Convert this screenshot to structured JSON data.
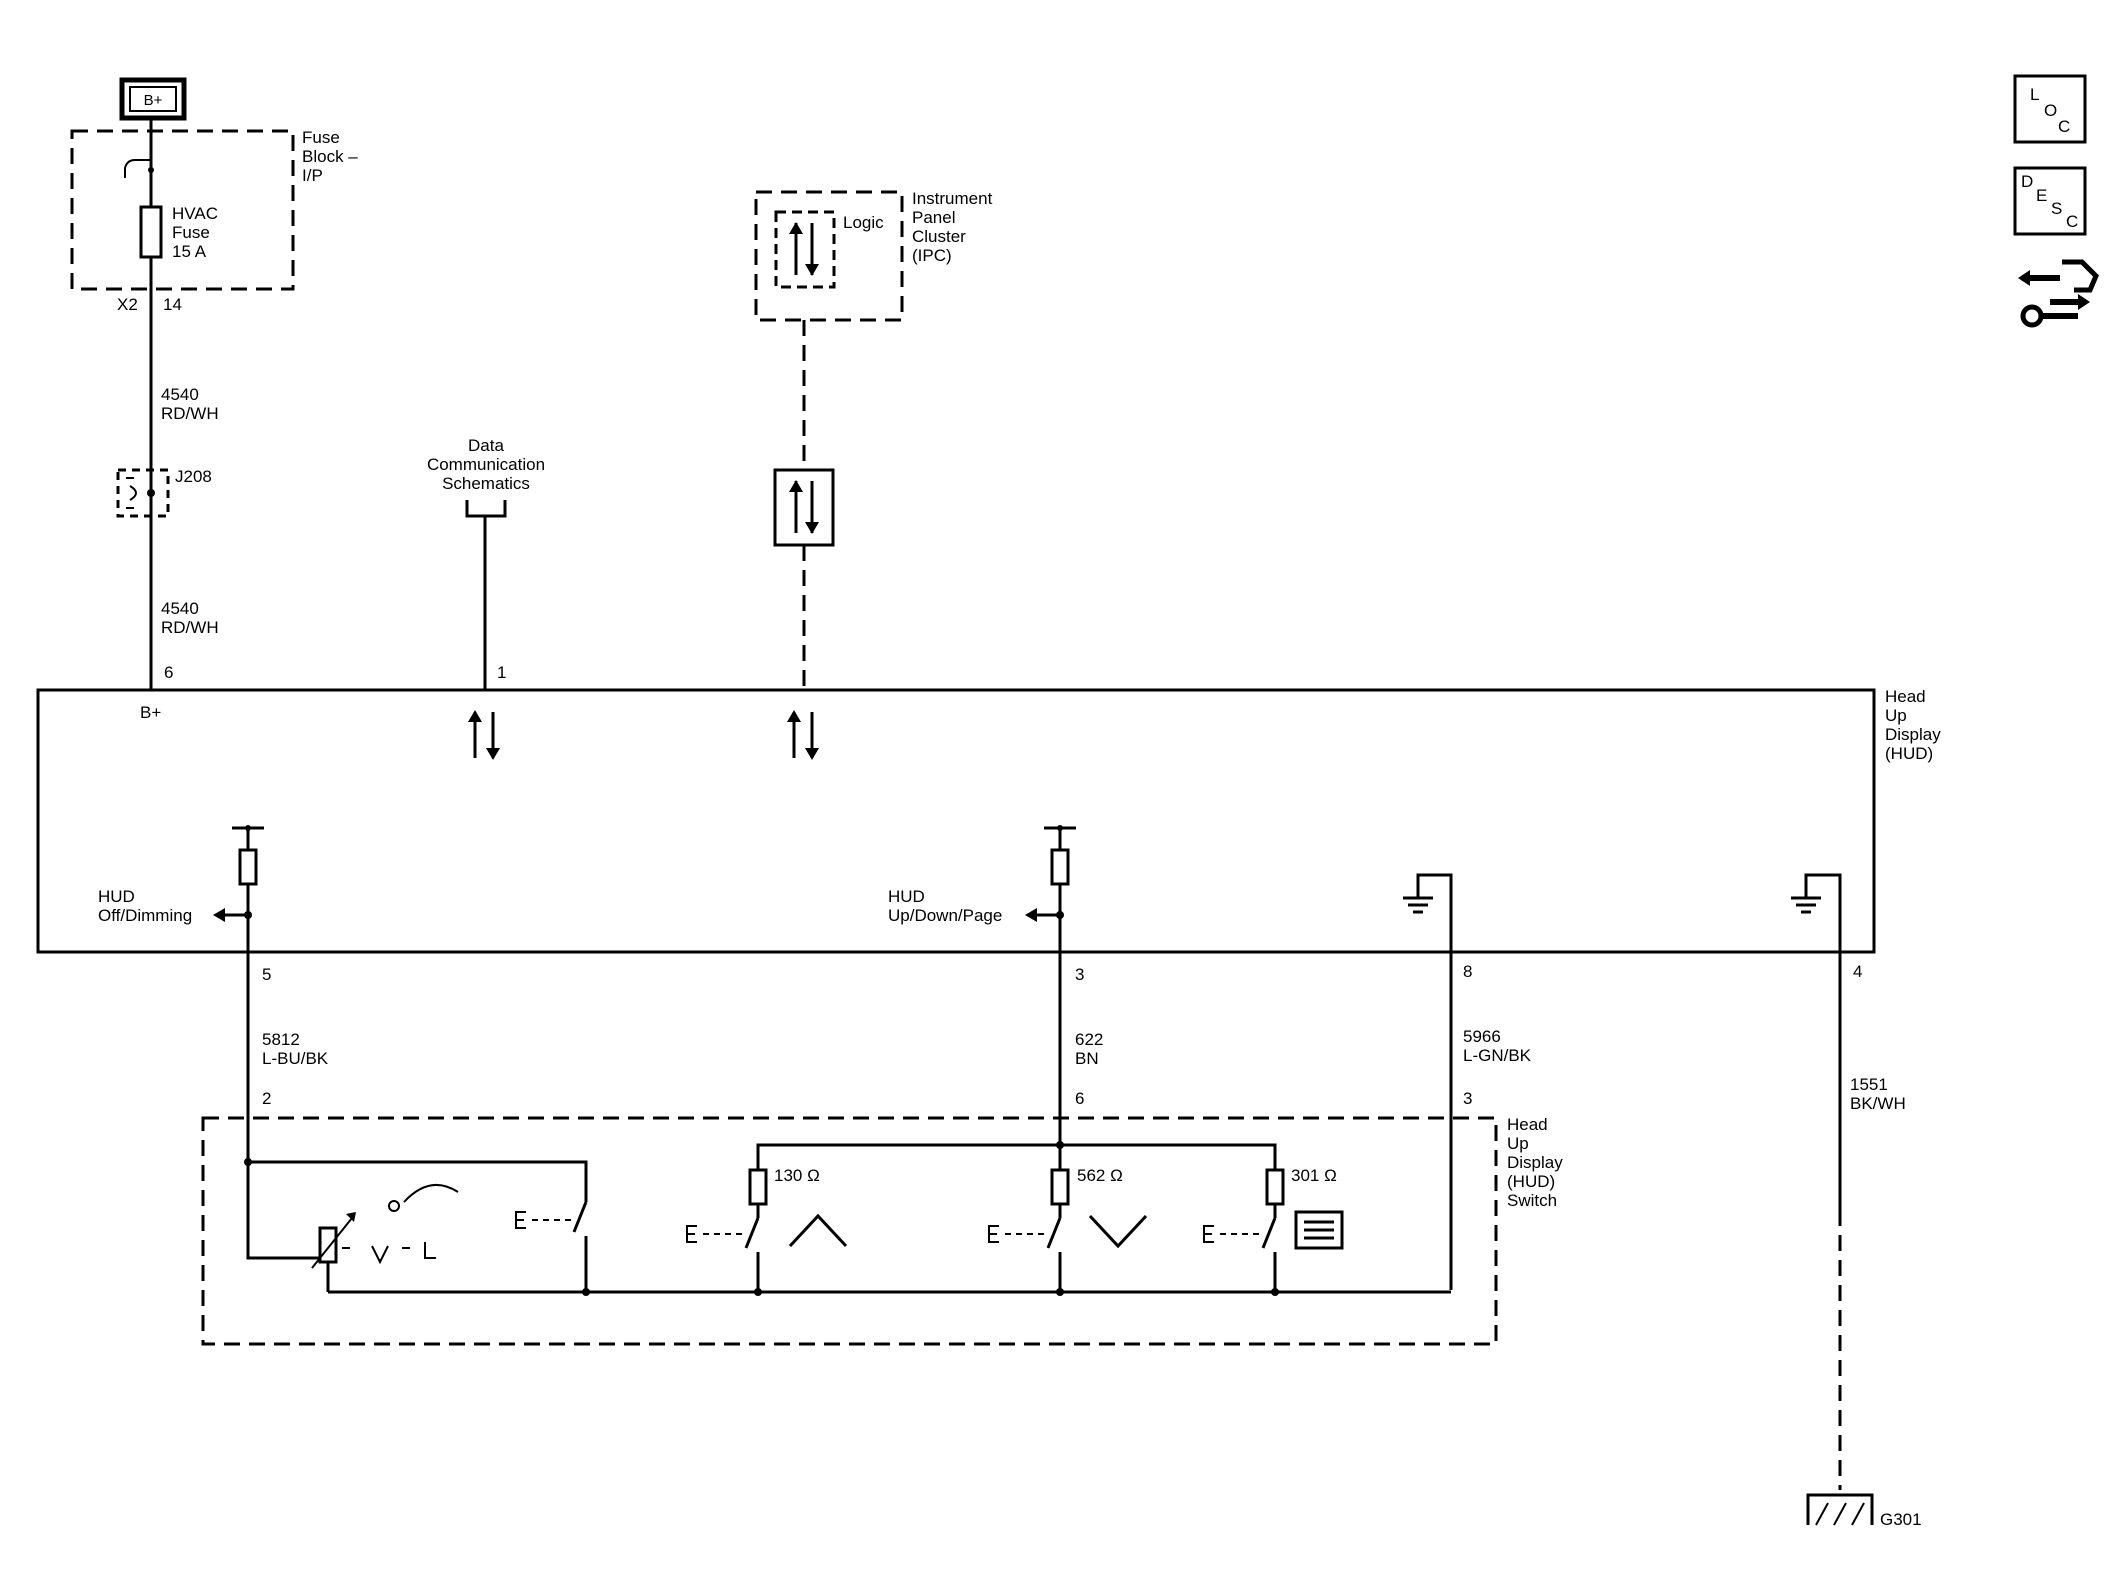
{
  "connector_top": {
    "label": "B+"
  },
  "fuse_block": {
    "title_lines": [
      "Fuse",
      "Block –",
      "I/P"
    ],
    "fuse_lines": [
      "HVAC",
      "Fuse",
      "15 A"
    ],
    "connector": "X2",
    "pin": "14"
  },
  "wire_4540_top": {
    "circuit": "4540",
    "color": "RD/WH"
  },
  "splice": {
    "label": "J208"
  },
  "wire_4540_bottom": {
    "circuit": "4540",
    "color": "RD/WH"
  },
  "data_comm": {
    "lines": [
      "Data",
      "Communication",
      "Schematics"
    ],
    "pin": "1"
  },
  "ipc": {
    "logic_label": "Logic",
    "title_lines": [
      "Instrument",
      "Panel",
      "Cluster",
      "(IPC)"
    ]
  },
  "hud": {
    "title_lines": [
      "Head",
      "Up",
      "Display",
      "(HUD)"
    ],
    "pin_bplus": "6",
    "bplus_label": "B+",
    "left_signal_lines": [
      "HUD",
      "Off/Dimming"
    ],
    "mid_signal_lines": [
      "HUD",
      "Up/Down/Page"
    ]
  },
  "circuits": [
    {
      "hud_pin": "5",
      "circuit": "5812",
      "color": "L-BU/BK",
      "switch_pin": "2"
    },
    {
      "hud_pin": "3",
      "circuit": "622",
      "color": "BN",
      "switch_pin": "6"
    },
    {
      "hud_pin": "8",
      "circuit": "5966",
      "color": "L-GN/BK",
      "switch_pin": "3"
    },
    {
      "hud_pin": "4",
      "circuit": "1551",
      "color": "BK/WH",
      "switch_pin": ""
    }
  ],
  "switch": {
    "title_lines": [
      "Head",
      "Up",
      "Display",
      "(HUD)",
      "Switch"
    ],
    "resistors": [
      "130 Ω",
      "562 Ω",
      "301 Ω"
    ]
  },
  "ground": {
    "label": "G301"
  },
  "side_buttons": {
    "loc": [
      "L",
      "O",
      "C"
    ],
    "desc": [
      "D",
      "E",
      "S",
      "C"
    ]
  }
}
